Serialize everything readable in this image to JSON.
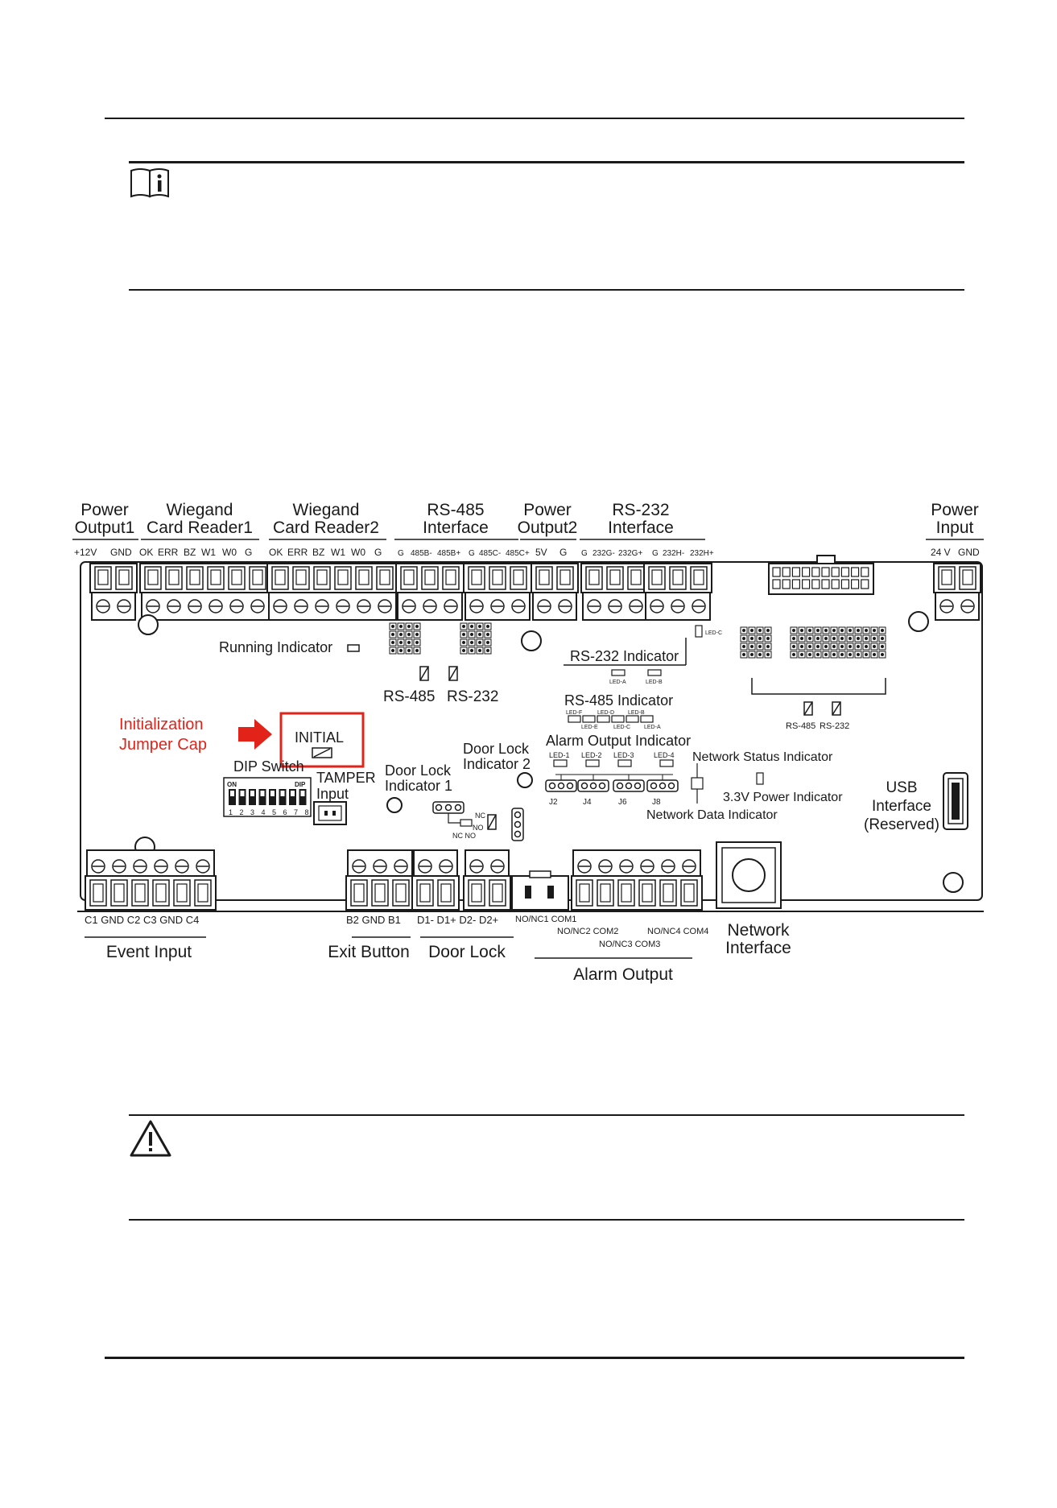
{
  "notes": {
    "note_icon": "note-book-icon",
    "caution_icon": "warning-triangle-icon"
  },
  "diagram": {
    "top_groups": [
      {
        "id": "power-output1",
        "lines": [
          "Power",
          "Output1"
        ]
      },
      {
        "id": "wiegand-card-reader1",
        "lines": [
          "Wiegand",
          "Card Reader1"
        ]
      },
      {
        "id": "wiegand-card-reader2",
        "lines": [
          "Wiegand",
          "Card Reader2"
        ]
      },
      {
        "id": "rs485-interface",
        "lines": [
          "RS-485",
          "Interface"
        ]
      },
      {
        "id": "power-output2",
        "lines": [
          "Power",
          "Output2"
        ]
      },
      {
        "id": "rs232-interface",
        "lines": [
          "RS-232",
          "Interface"
        ]
      },
      {
        "id": "power-input",
        "lines": [
          "Power",
          "Input"
        ]
      }
    ],
    "top_pins": [
      {
        "group": "power-output1",
        "pins": [
          "+12V",
          "GND"
        ]
      },
      {
        "group": "wiegand-card-reader1",
        "pins": [
          "OK",
          "ERR",
          "BZ",
          "W1",
          "W0",
          "G"
        ]
      },
      {
        "group": "wiegand-card-reader2",
        "pins": [
          "OK",
          "ERR",
          "BZ",
          "W1",
          "W0",
          "G"
        ]
      },
      {
        "group": "rs485-interface",
        "pins": [
          "G",
          "485B-",
          "485B+",
          "G",
          "485C-",
          "485C+"
        ]
      },
      {
        "group": "power-output2",
        "pins": [
          "5V",
          "G"
        ]
      },
      {
        "group": "rs232-interface",
        "pins": [
          "G",
          "232G-",
          "232G+",
          "G",
          "232H-",
          "232H+"
        ]
      },
      {
        "group": "power-input",
        "pins": [
          "24 V",
          "GND"
        ]
      }
    ],
    "inner_labels": {
      "running_indicator": "Running Indicator",
      "rs485": "RS-485",
      "rs232": "RS-232",
      "rs232_indicator": "RS-232 Indicator",
      "rs485_indicator": "RS-485 Indicator",
      "alarm_output_indicator": "Alarm Output Indicator",
      "network_status_indicator": "Network Status Indicator",
      "power_indicator": "3.3V Power Indicator",
      "network_data_indicator": "Network Data Indicator",
      "initial": "INITIAL",
      "dip_switch": "DIP Switch",
      "tamper_input_1": "TAMPER",
      "tamper_input_2": "Input",
      "door_lock_indicator1_1": "Door Lock",
      "door_lock_indicator1_2": "Indicator 1",
      "door_lock_indicator2_1": "Door Lock",
      "door_lock_indicator2_2": "Indicator 2",
      "usb_1": "USB",
      "usb_2": "Interface",
      "usb_3": "(Reserved)",
      "rs485_small": "RS-485",
      "rs232_small": "RS-232",
      "led_c_top": "LED-C",
      "led_a": "LED-A",
      "led_b": "LED-B",
      "led_f": "LED-F",
      "led_e": "LED-E",
      "led_d": "LED-D",
      "led_c": "LED-C",
      "led_b2": "LED-B",
      "led_a2": "LED-A",
      "led_1": "LED-1",
      "led_2": "LED-2",
      "led_3": "LED-3",
      "led_4": "LED-4",
      "j2": "J2",
      "j4": "J4",
      "j6": "J6",
      "j8": "J8",
      "nc": "NC",
      "no": "NO",
      "nc_no": "NC NO",
      "dip_on": "ON",
      "dip_dip": "DIP",
      "dip_numbers": "1 2 3 4 5 6 7 8"
    },
    "initialization_label": [
      "Initialization",
      "Jumper Cap"
    ],
    "initialization_color": "#e2231a",
    "bottom_pins": {
      "event_input": "C1  GND  C2  C3 GND C4",
      "exit_button": "B2  GND  B1",
      "door_lock": "D1-  D1+  D2-  D2+",
      "alarm_row1": "NO/NC1   COM1",
      "alarm_row2": "NO/NC2 COM2",
      "alarm_row3": "NO/NC3 COM3",
      "alarm_row4": "NO/NC4 COM4"
    },
    "bottom_groups": {
      "event_input": "Event Input",
      "exit_button": "Exit Button",
      "door_lock": "Door Lock",
      "alarm_output": "Alarm Output",
      "network_1": "Network",
      "network_2": "Interface"
    }
  }
}
